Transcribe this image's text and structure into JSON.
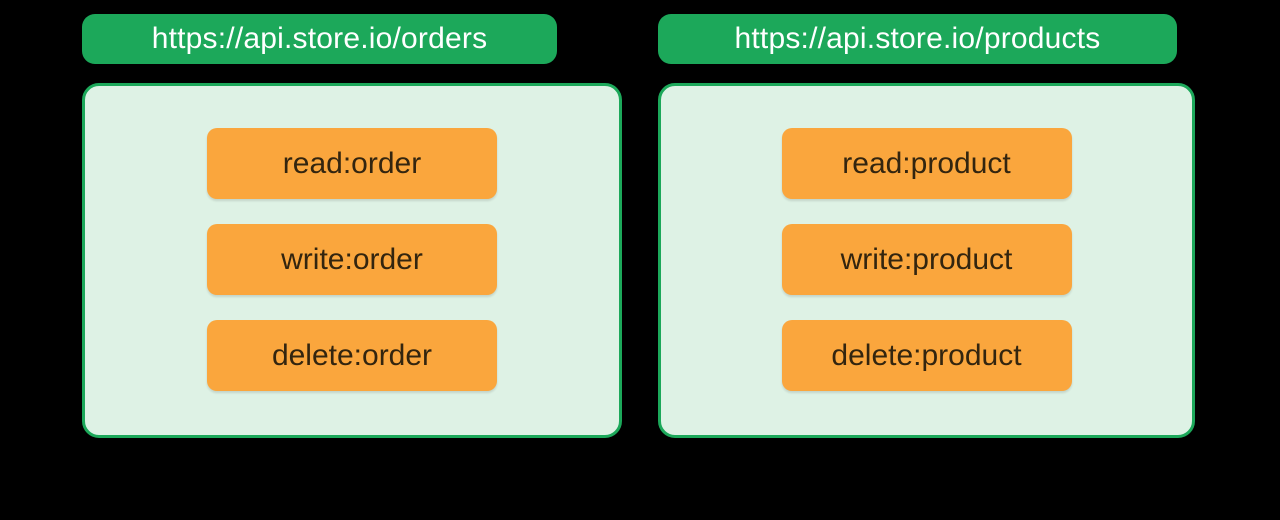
{
  "colors": {
    "canvas_bg": "#000000",
    "badge_green": "#1CA85A",
    "badge_text": "#FFFFFF",
    "panel_fill": "#DEF2E5",
    "panel_border": "#1CA85A",
    "scope_orange": "#FAA63D",
    "scope_text": "#33250F"
  },
  "apis": [
    {
      "url": "https://api.store.io/orders",
      "scopes": [
        "read:order",
        "write:order",
        "delete:order"
      ]
    },
    {
      "url": "https://api.store.io/products",
      "scopes": [
        "read:product",
        "write:product",
        "delete:product"
      ]
    }
  ]
}
